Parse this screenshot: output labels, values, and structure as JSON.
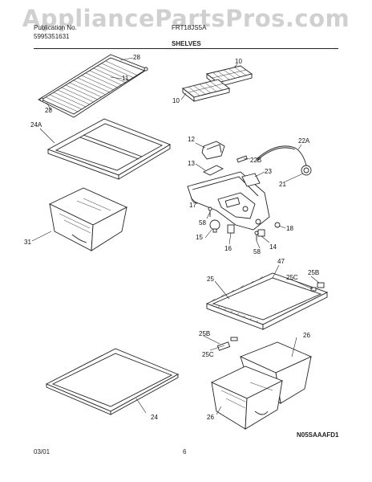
{
  "watermark": "AppliancePartsPros.com",
  "header": {
    "publication_label": "Publication No.",
    "publication_number": "5995351631",
    "model": "FRT18JS5A",
    "section_title": "SHELVES"
  },
  "footer": {
    "date": "03/01",
    "page": "6",
    "diagram_code": "N05SAAAFD1"
  },
  "callouts": [
    {
      "id": "c28a",
      "text": "28"
    },
    {
      "id": "c28b",
      "text": "28"
    },
    {
      "id": "c11",
      "text": "11"
    },
    {
      "id": "c10a",
      "text": "10"
    },
    {
      "id": "c10b",
      "text": "10"
    },
    {
      "id": "c24a",
      "text": "24A"
    },
    {
      "id": "c12",
      "text": "12"
    },
    {
      "id": "c22a",
      "text": "22A"
    },
    {
      "id": "c13",
      "text": "13"
    },
    {
      "id": "c22b",
      "text": "22B"
    },
    {
      "id": "c23",
      "text": "23"
    },
    {
      "id": "c21",
      "text": "21"
    },
    {
      "id": "c17",
      "text": "17"
    },
    {
      "id": "c58a",
      "text": "58"
    },
    {
      "id": "c18",
      "text": "18"
    },
    {
      "id": "c15",
      "text": "15"
    },
    {
      "id": "c31",
      "text": "31"
    },
    {
      "id": "c16",
      "text": "16"
    },
    {
      "id": "c14",
      "text": "14"
    },
    {
      "id": "c58b",
      "text": "58"
    },
    {
      "id": "c47",
      "text": "47"
    },
    {
      "id": "c25",
      "text": "25"
    },
    {
      "id": "c25c_a",
      "text": "25C"
    },
    {
      "id": "c25b_a",
      "text": "25B"
    },
    {
      "id": "c25b_b",
      "text": "25B"
    },
    {
      "id": "c26a",
      "text": "26"
    },
    {
      "id": "c25c_b",
      "text": "25C"
    },
    {
      "id": "c24",
      "text": "24"
    },
    {
      "id": "c26b",
      "text": "26"
    }
  ]
}
